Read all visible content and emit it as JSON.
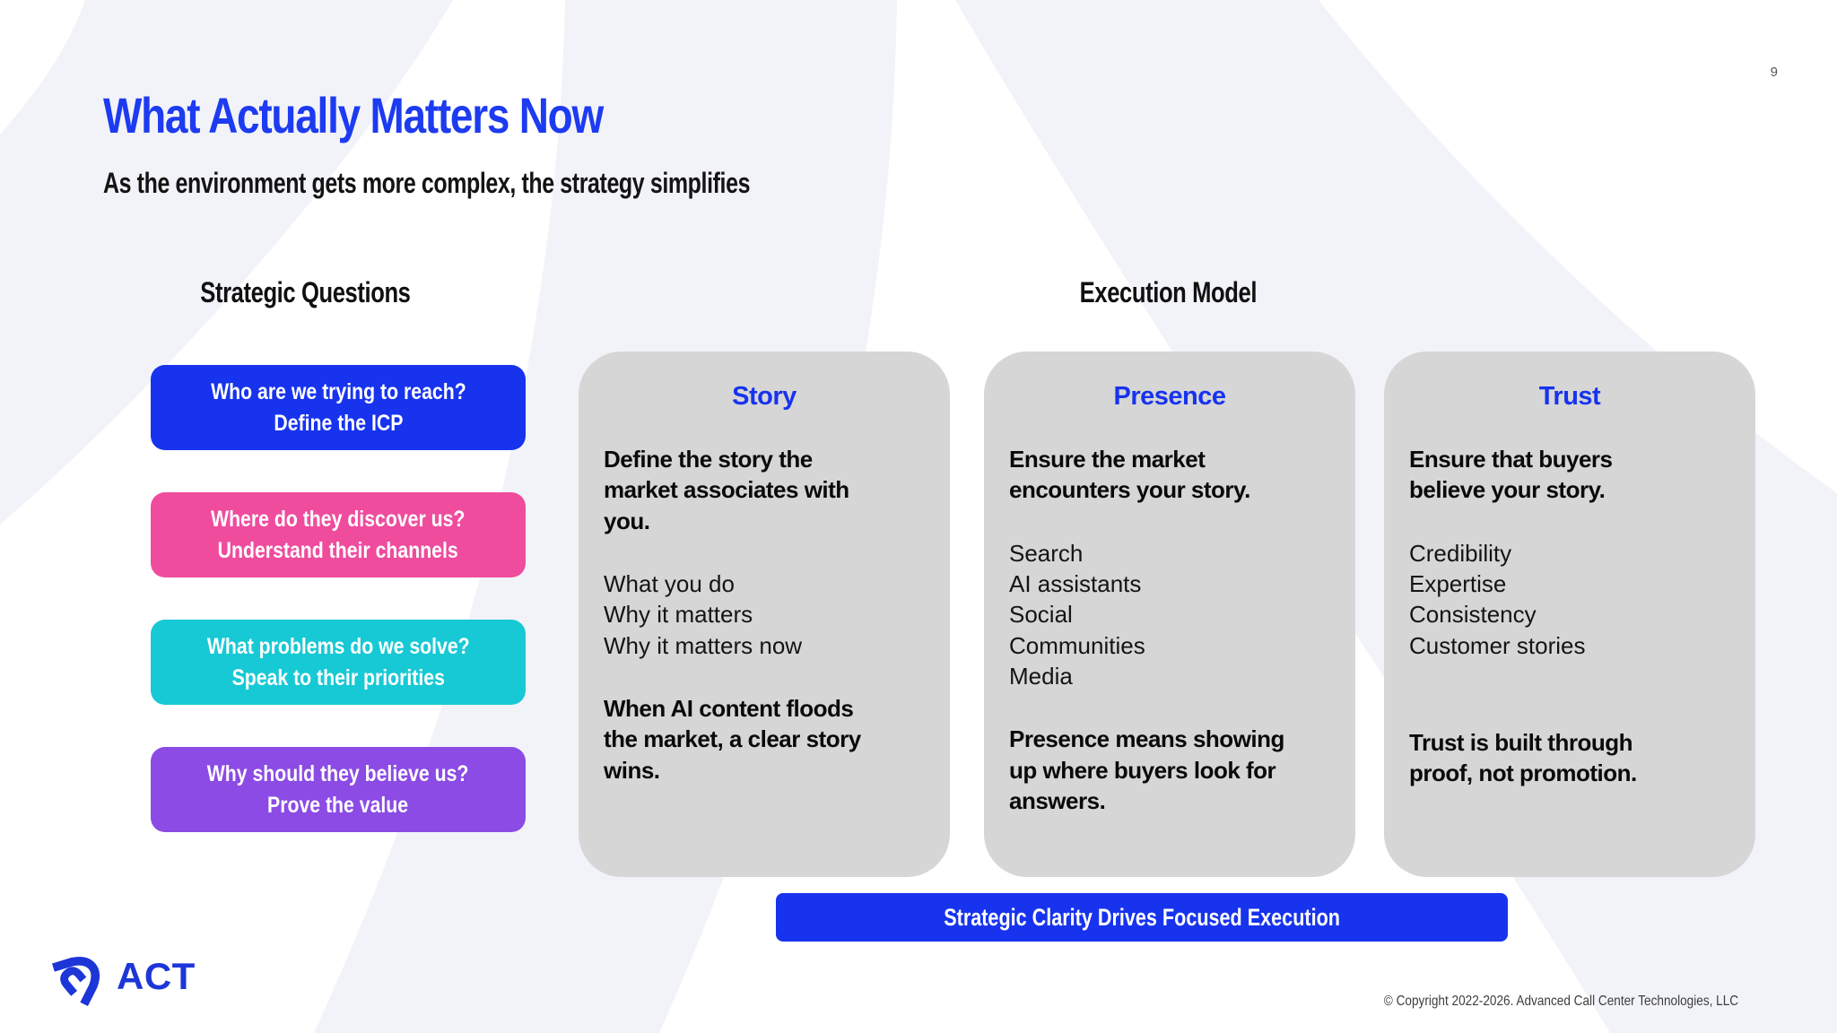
{
  "page_number": "9",
  "header": {
    "title": "What Actually Matters Now",
    "subtitle": "As the environment gets more complex, the strategy simplifies"
  },
  "sections": {
    "left_heading": "Strategic Questions",
    "right_heading": "Execution Model"
  },
  "strategic_questions": [
    {
      "question": "Who are we trying to reach?",
      "action": "Define the ICP",
      "color": "#1733ee"
    },
    {
      "question": "Where do they discover us?",
      "action": "Understand their channels",
      "color": "#ef4c9e"
    },
    {
      "question": "What problems do we solve?",
      "action": "Speak to their priorities",
      "color": "#17c9d4"
    },
    {
      "question": "Why should they believe us?",
      "action": "Prove the value",
      "color": "#8b4be4"
    }
  ],
  "execution_cards": [
    {
      "title": "Story",
      "intro": "Define the story the\nmarket associates with\nyou.",
      "items": [
        "What you do",
        "Why it matters",
        "Why it matters now"
      ],
      "outro": "When AI content floods\nthe market, a clear story\nwins."
    },
    {
      "title": "Presence",
      "intro": "Ensure the market\nencounters your story.",
      "items": [
        "Search",
        "AI assistants",
        "Social",
        "Communities",
        "Media"
      ],
      "outro": "Presence means showing\nup where buyers look for\nanswers."
    },
    {
      "title": "Trust",
      "intro": "Ensure that buyers\nbelieve your story.",
      "items": [
        "Credibility",
        "Expertise",
        "Consistency",
        "Customer stories"
      ],
      "outro": "Trust is built through\nproof, not promotion."
    }
  ],
  "banner": {
    "label": "Strategic Clarity Drives Focused Execution"
  },
  "footer": {
    "logo_text": "ACT",
    "copyright": "© Copyright 2022-2026. Advanced Call Center Technologies, LLC"
  },
  "colors": {
    "brand_blue": "#1733ee",
    "pink": "#ef4c9e",
    "teal": "#17c9d4",
    "purple": "#8b4be4",
    "card_gray": "#d6d6d6",
    "title_blue": "#1d3bf0",
    "background_band": "#f2f3f9"
  }
}
